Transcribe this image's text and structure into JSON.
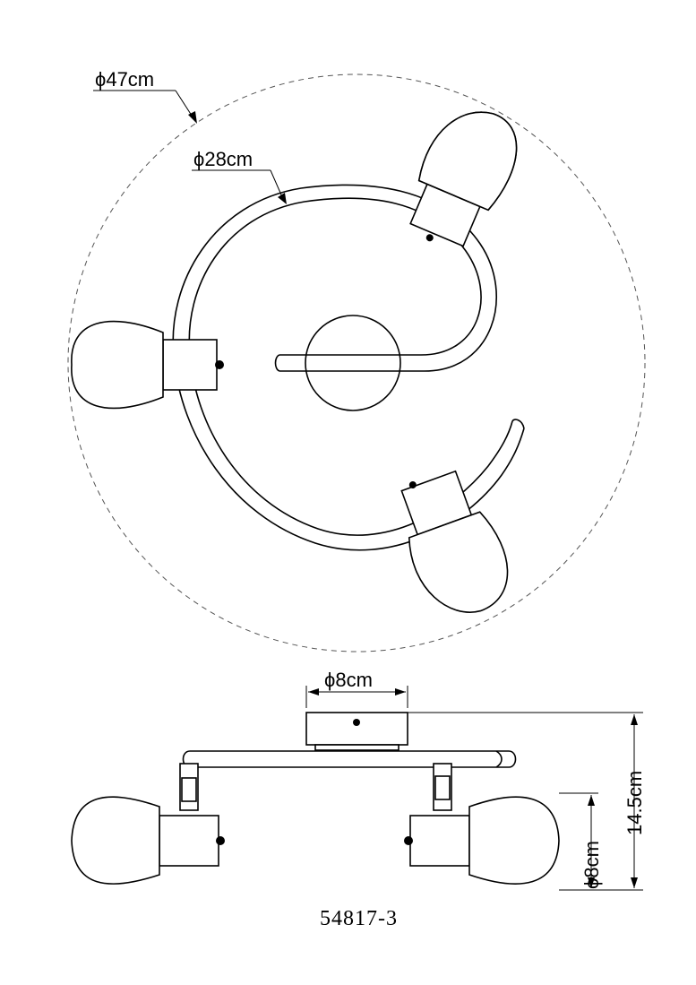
{
  "dimensions": {
    "outer_diameter": "47cm",
    "arc_diameter": "28cm",
    "canopy_diameter": "8cm",
    "shade_diameter": "8cm",
    "height": "14.5cm"
  },
  "diameter_symbol": "ϕ",
  "model_number": "54817-3"
}
